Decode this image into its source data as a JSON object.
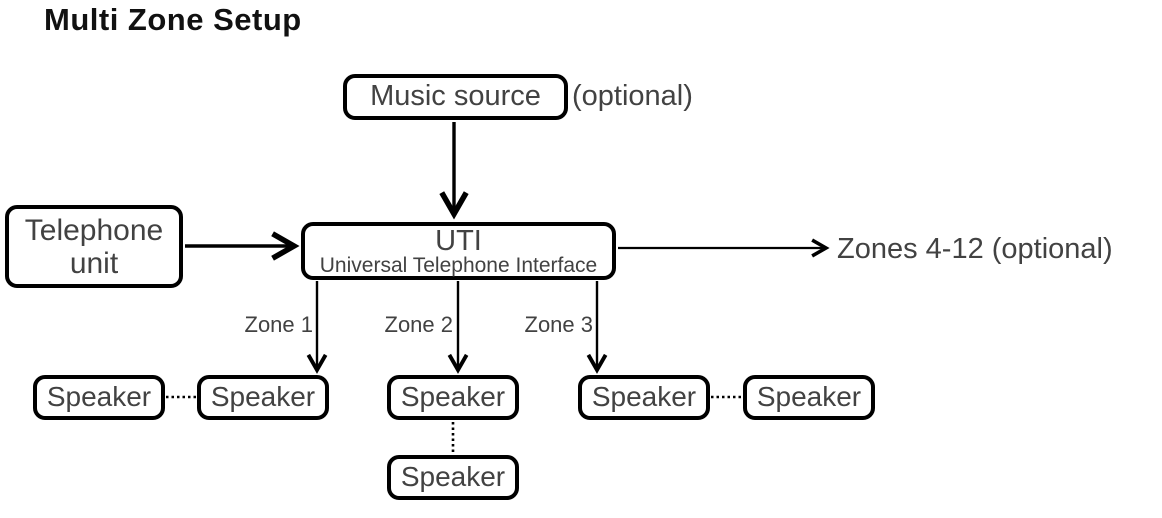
{
  "title": "Multi Zone Setup",
  "diagram": {
    "music_source": {
      "label": "Music source",
      "note": "(optional)"
    },
    "telephone_unit": {
      "line1": "Telephone",
      "line2": "unit"
    },
    "uti": {
      "abbr": "UTI",
      "full": "Universal Telephone Interface"
    },
    "zones_out": {
      "label": "Zones 4-12 (optional)"
    },
    "zones": [
      {
        "label": "Zone 1",
        "speakers": [
          "Speaker",
          "Speaker"
        ]
      },
      {
        "label": "Zone 2",
        "speakers": [
          "Speaker",
          "Speaker"
        ]
      },
      {
        "label": "Zone 3",
        "speakers": [
          "Speaker",
          "Speaker"
        ]
      }
    ]
  },
  "colors": {
    "line": "#000000",
    "box_border": "#000000",
    "box_text": "#424242",
    "title_text": "#111111",
    "background": "#ffffff"
  }
}
